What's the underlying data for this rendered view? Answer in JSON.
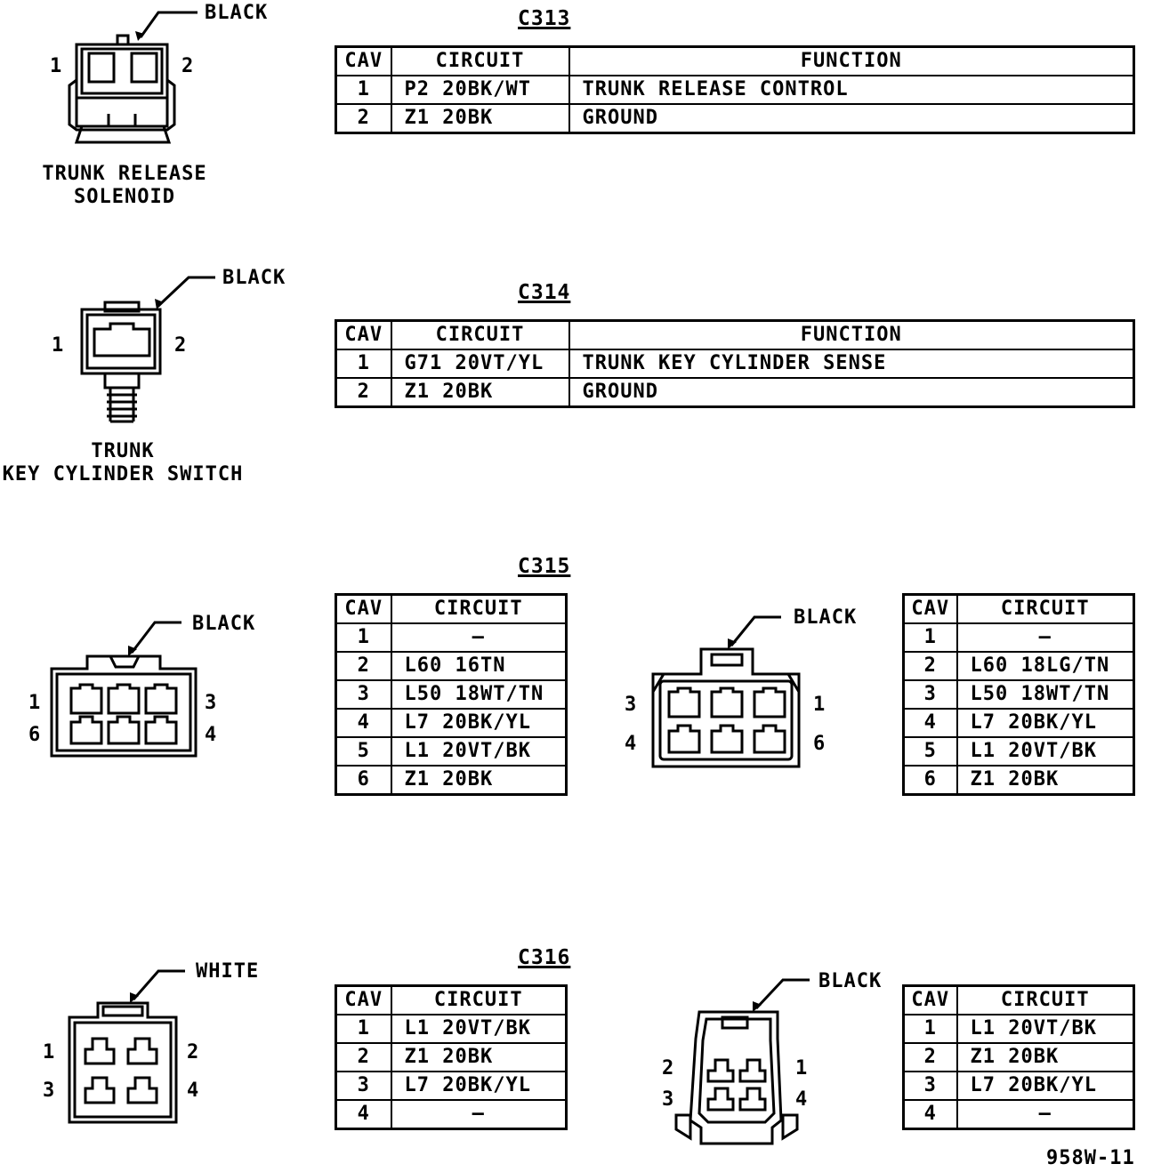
{
  "c313": {
    "title": "C313",
    "color_label": "BLACK",
    "pin_left": "1",
    "pin_right": "2",
    "caption_line1": "TRUNK RELEASE",
    "caption_line2": "SOLENOID",
    "headers": [
      "CAV",
      "CIRCUIT",
      "FUNCTION"
    ],
    "rows": [
      {
        "cav": "1",
        "circuit": "P2 20BK/WT",
        "function": "TRUNK RELEASE CONTROL"
      },
      {
        "cav": "2",
        "circuit": "Z1 20BK",
        "function": "GROUND"
      }
    ]
  },
  "c314": {
    "title": "C314",
    "color_label": "BLACK",
    "pin_left": "1",
    "pin_right": "2",
    "caption_line1": "TRUNK",
    "caption_line2": "KEY CYLINDER SWITCH",
    "headers": [
      "CAV",
      "CIRCUIT",
      "FUNCTION"
    ],
    "rows": [
      {
        "cav": "1",
        "circuit": "G71 20VT/YL",
        "function": "TRUNK KEY CYLINDER SENSE"
      },
      {
        "cav": "2",
        "circuit": "Z1 20BK",
        "function": "GROUND"
      }
    ]
  },
  "c315": {
    "title": "C315",
    "left": {
      "color_label": "BLACK",
      "pins": [
        "1",
        "3",
        "6",
        "4"
      ],
      "headers": [
        "CAV",
        "CIRCUIT"
      ],
      "rows": [
        {
          "cav": "1",
          "circuit": "–"
        },
        {
          "cav": "2",
          "circuit": "L60 16TN"
        },
        {
          "cav": "3",
          "circuit": "L50 18WT/TN"
        },
        {
          "cav": "4",
          "circuit": "L7 20BK/YL"
        },
        {
          "cav": "5",
          "circuit": "L1 20VT/BK"
        },
        {
          "cav": "6",
          "circuit": "Z1 20BK"
        }
      ]
    },
    "right": {
      "color_label": "BLACK",
      "pins": [
        "3",
        "1",
        "4",
        "6"
      ],
      "headers": [
        "CAV",
        "CIRCUIT"
      ],
      "rows": [
        {
          "cav": "1",
          "circuit": "–"
        },
        {
          "cav": "2",
          "circuit": "L60 18LG/TN"
        },
        {
          "cav": "3",
          "circuit": "L50 18WT/TN"
        },
        {
          "cav": "4",
          "circuit": "L7 20BK/YL"
        },
        {
          "cav": "5",
          "circuit": "L1 20VT/BK"
        },
        {
          "cav": "6",
          "circuit": "Z1 20BK"
        }
      ]
    }
  },
  "c316": {
    "title": "C316",
    "left": {
      "color_label": "WHITE",
      "pins": [
        "1",
        "2",
        "3",
        "4"
      ],
      "headers": [
        "CAV",
        "CIRCUIT"
      ],
      "rows": [
        {
          "cav": "1",
          "circuit": "L1 20VT/BK"
        },
        {
          "cav": "2",
          "circuit": "Z1 20BK"
        },
        {
          "cav": "3",
          "circuit": "L7 20BK/YL"
        },
        {
          "cav": "4",
          "circuit": "–"
        }
      ]
    },
    "right": {
      "color_label": "BLACK",
      "pins": [
        "2",
        "1",
        "3",
        "4"
      ],
      "headers": [
        "CAV",
        "CIRCUIT"
      ],
      "rows": [
        {
          "cav": "1",
          "circuit": "L1 20VT/BK"
        },
        {
          "cav": "2",
          "circuit": "Z1 20BK"
        },
        {
          "cav": "3",
          "circuit": "L7 20BK/YL"
        },
        {
          "cav": "4",
          "circuit": "–"
        }
      ]
    }
  },
  "footer": {
    "figure_id": "958W-11"
  }
}
